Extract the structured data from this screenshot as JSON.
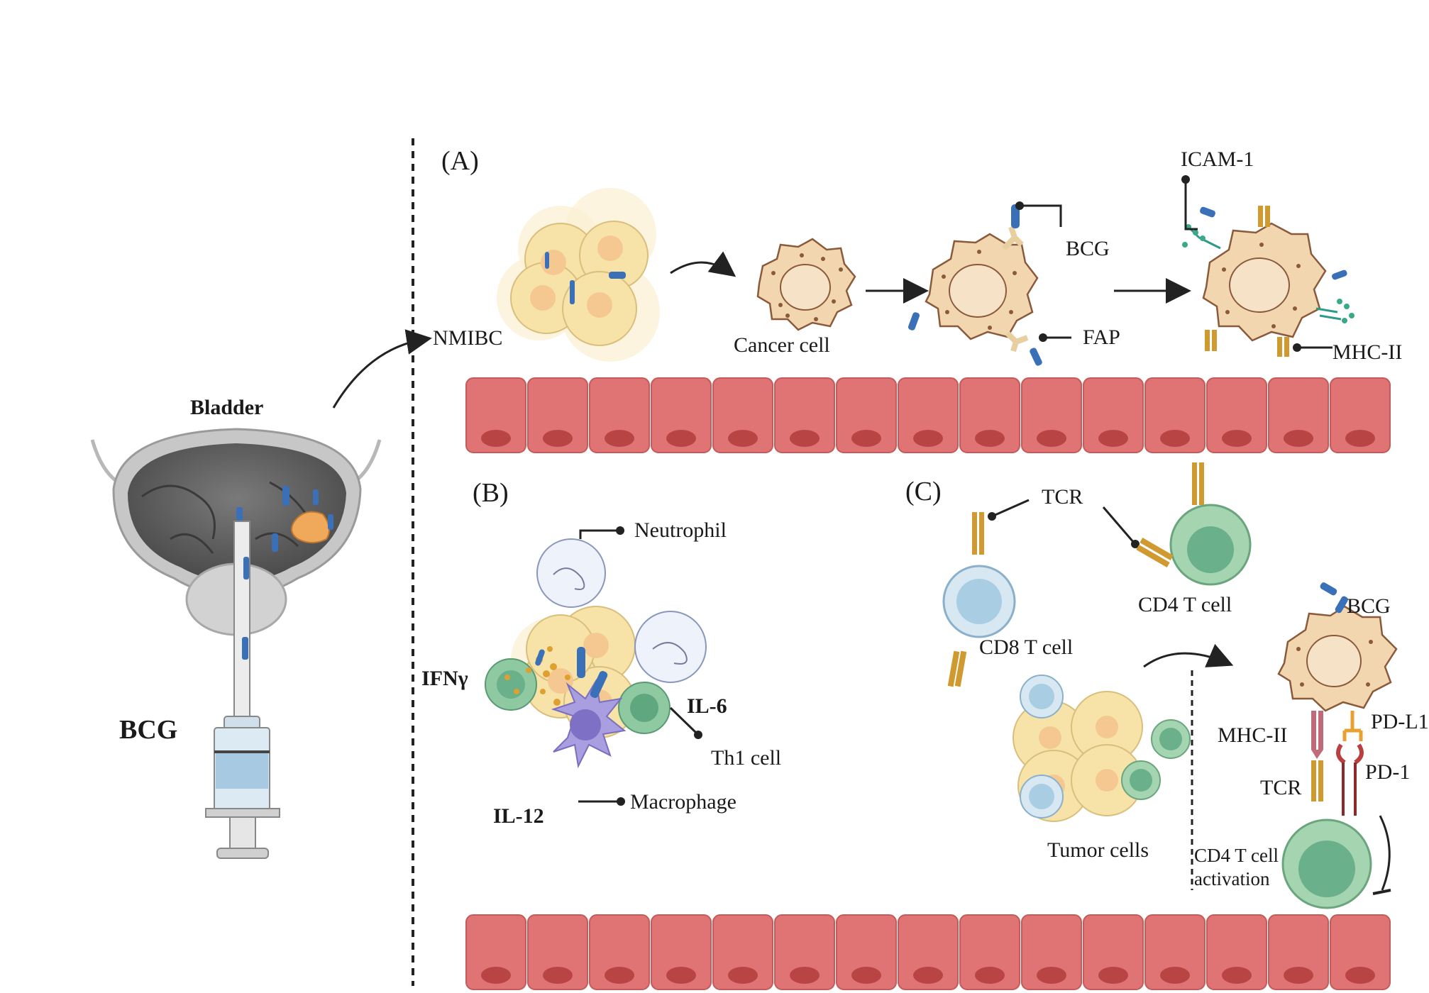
{
  "left": {
    "bladder_label": "Bladder",
    "bcg_label": "BCG"
  },
  "panel_a": {
    "tag": "(A)",
    "nmibc": "NMIBC",
    "cancer_cell": "Cancer cell",
    "bcg": "BCG",
    "fap": "FAP",
    "icam1": "ICAM-1",
    "mhc2": "MHC-II"
  },
  "panel_b": {
    "tag": "(B)",
    "neutrophil": "Neutrophil",
    "ifng": "IFNγ",
    "il6": "IL-6",
    "th1": "Th1 cell",
    "il12": "IL-12",
    "macrophage": "Macrophage"
  },
  "panel_c": {
    "tag": "(C)",
    "tcr_top": "TCR",
    "cd4_cell": "CD4 T cell",
    "cd8_cell": "CD8 T cell",
    "tumor_cells": "Tumor cells",
    "bcg": "BCG",
    "mhc2": "MHC-II",
    "pdl1": "PD-L1",
    "tcr": "TCR",
    "pd1": "PD-1",
    "activation_line1": "CD4 T cell",
    "activation_line2": "activation"
  },
  "colors": {
    "epithelium": "#e07474",
    "nucleus_red": "#b94444",
    "tumor_fill": "#f8e6b8",
    "bcg_blue": "#3a70b8",
    "cancer_fill": "#f2d6b0",
    "receptor_gold": "#d09a30",
    "t_cell_green": "#8ec9a2",
    "cd8_blue": "#bcd9ec",
    "macrophage": "#a99ee0"
  }
}
